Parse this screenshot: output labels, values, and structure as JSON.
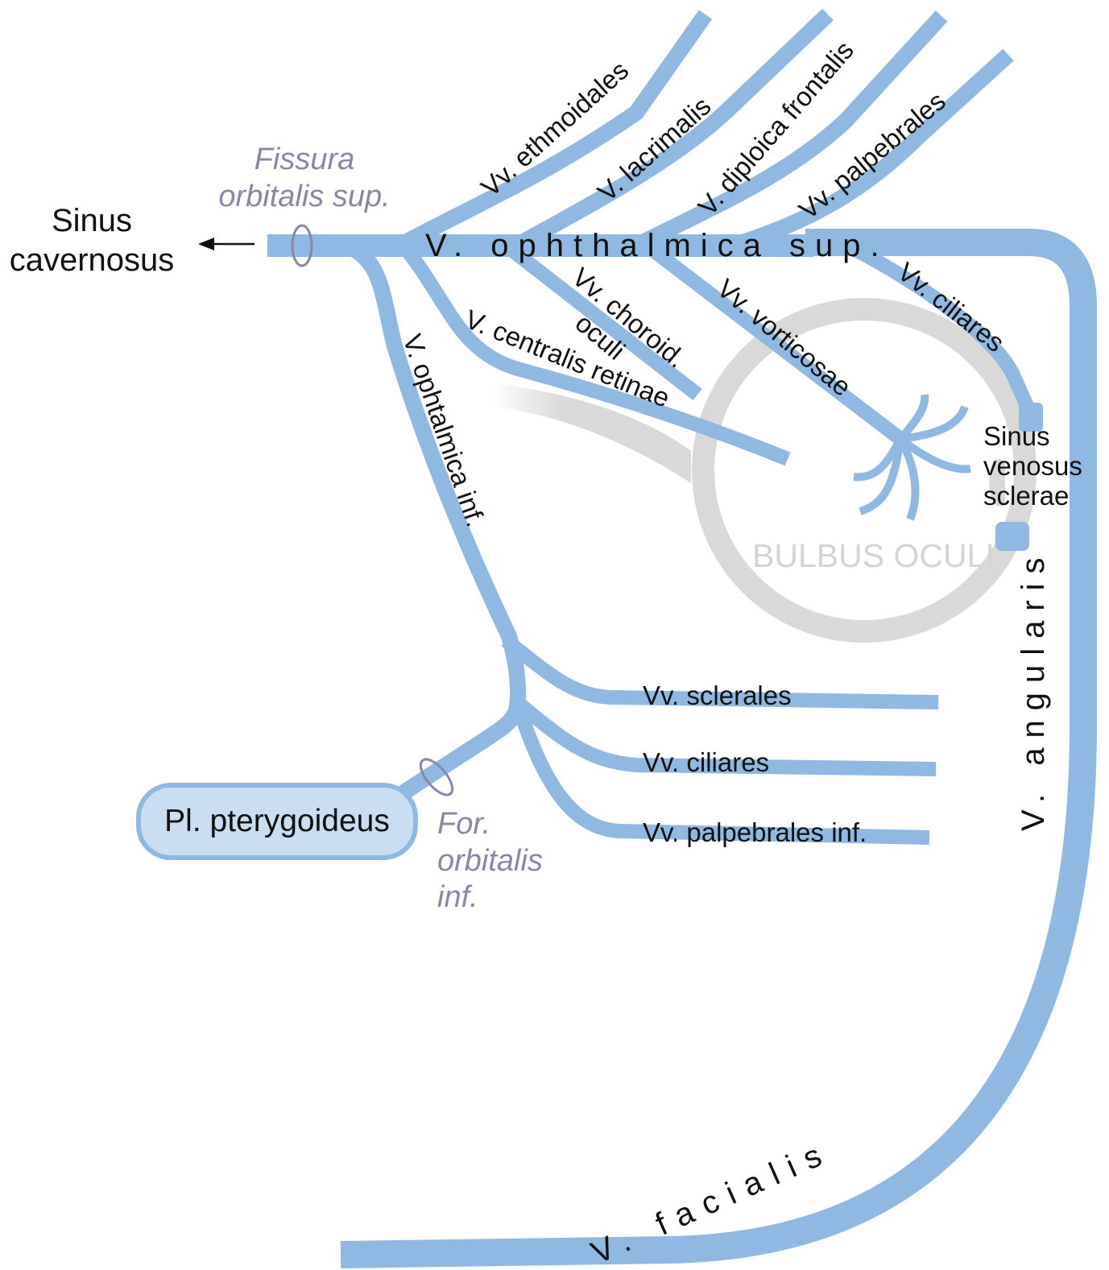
{
  "colors": {
    "vein": "#8fb9e2",
    "eye": "#d9d9d9",
    "text": "#111111",
    "foramen": "#8b86a8",
    "plexus_fill": "#c9def2",
    "plexus_stroke": "#8fb9e2"
  },
  "labels": {
    "sinus_cavernosus_1": "Sinus",
    "sinus_cavernosus_2": "cavernosus",
    "fissura_1": "Fissura",
    "fissura_2": "orbitalis sup.",
    "v_ophthalmica_sup": "V. ophthalmica sup.",
    "vv_ethmoidales": "Vv. ethmoidales",
    "v_lacrimalis": "V. lacrimalis",
    "v_diploica_frontalis": "V. diploica frontalis",
    "vv_palpebrales": "Vv. palpebrales",
    "vv_choroid_1": "Vv. choroid.",
    "vv_choroid_2": "oculi",
    "v_centralis_retinae": "V. centralis retinae",
    "vv_vorticosae": "Vv. vorticosae",
    "vv_ciliares_sup": "Vv. ciliares",
    "sinus_venosus_1": "Sinus",
    "sinus_venosus_2": "venosus",
    "sinus_venosus_3": "sclerae",
    "bulbus_oculi": "BULBUS OCULI",
    "v_ophtalmica_inf": "V. ophtalmica inf.",
    "vv_sclerales": "Vv. sclerales",
    "vv_ciliares_inf": "Vv. ciliares",
    "vv_palpebrales_inf": "Vv. palpebrales inf.",
    "pl_pterygoideus": "Pl. pterygoideus",
    "for_orbitalis_1": "For.",
    "for_orbitalis_2": "orbitalis",
    "for_orbitalis_3": "inf.",
    "v_angularis": "V. angularis",
    "v_facialis": "V. facialis"
  }
}
